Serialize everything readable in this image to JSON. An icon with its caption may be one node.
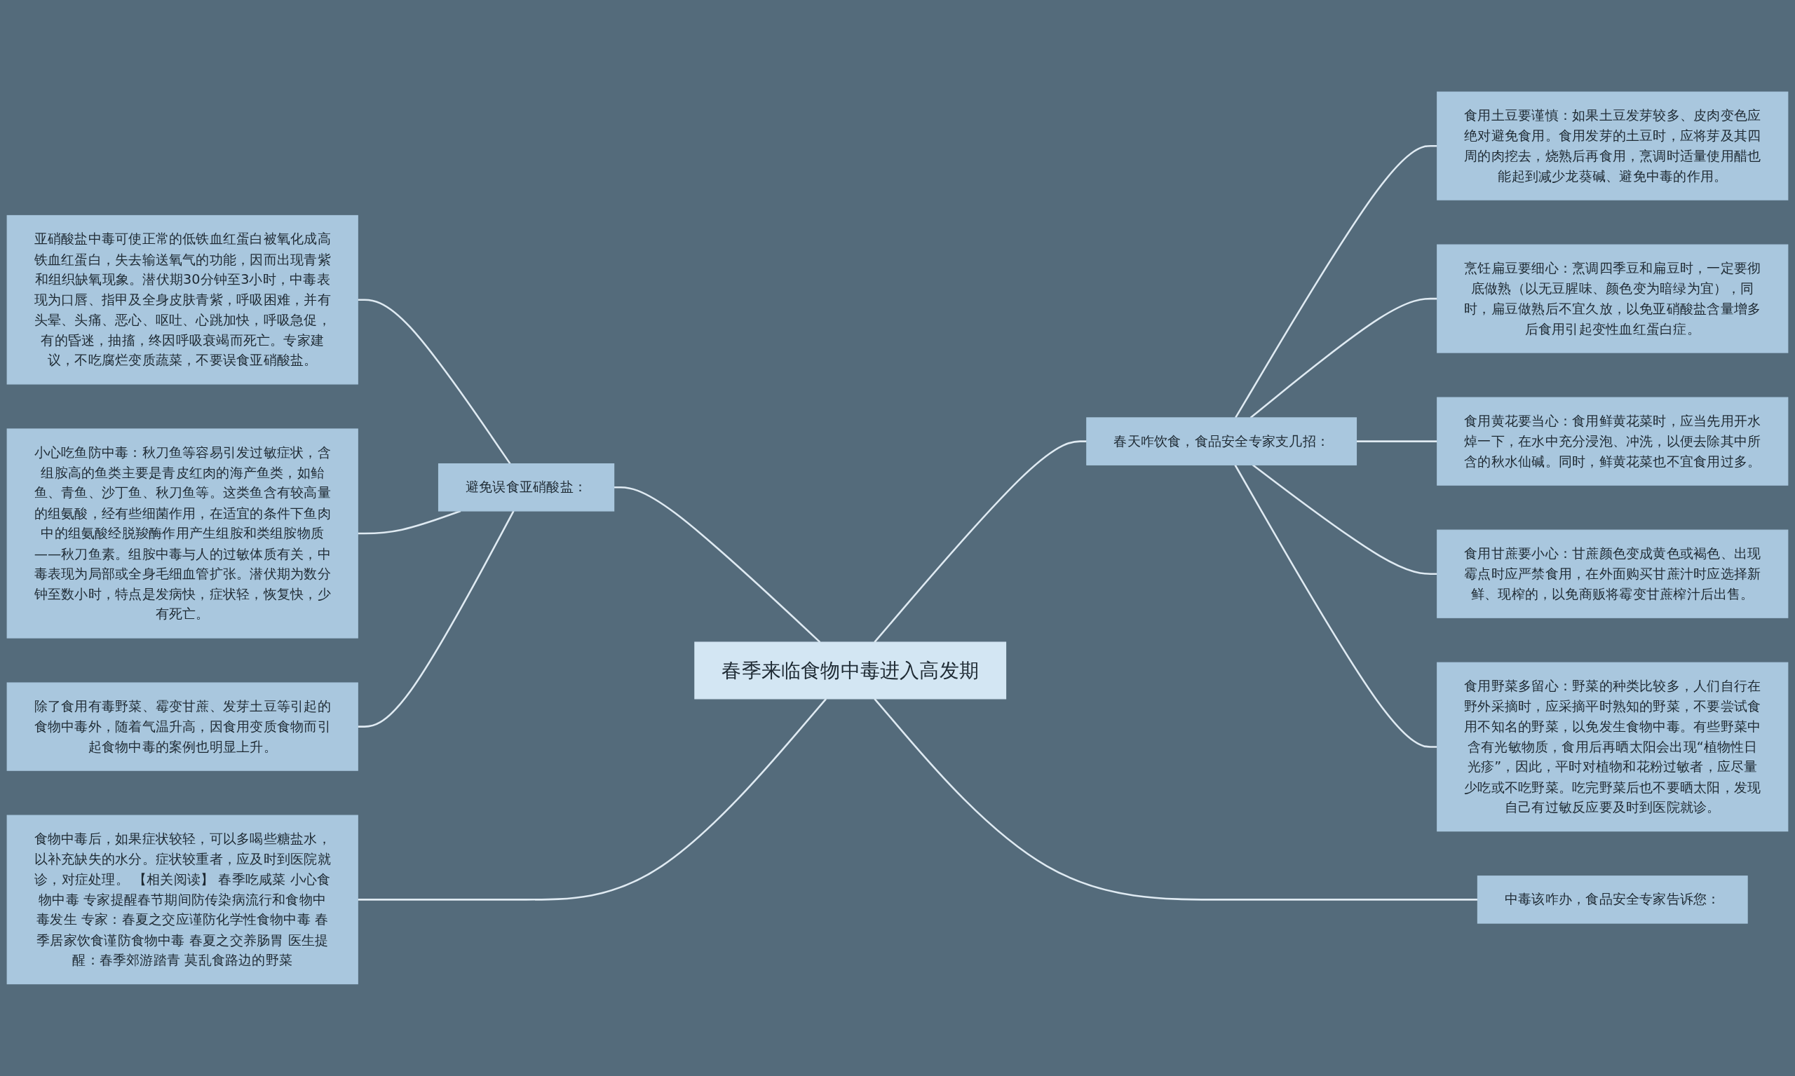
{
  "diagram": {
    "nodes": [
      {
        "text": [
          "春季来临食物中毒进入高发期"
        ]
      },
      {
        "text": [
          "避免误食亚硝酸盐："
        ]
      },
      {
        "text": [
          "亚硝酸盐中毒可使正常的低铁血红蛋白被氧化成高铁血红蛋白，失去输送氧气的功能，因而出现青紫和组织缺氧现象。潜伏期30分钟至3小时，中毒表现为口唇、指甲及全身皮肤青紫，呼吸困难，并有头晕、头痛、恶心、呕吐、心跳加快，呼吸急促，有的昏迷，抽搐，终因呼吸衰竭而死亡。专家建议，不吃腐烂变质蔬菜，不要误食亚硝酸盐。"
        ]
      },
      {
        "text": [
          "小心吃鱼防中毒：秋刀鱼等容易引发过敏症状，含组胺高的鱼类主要是青皮红肉的海产鱼类，如鲐鱼、青鱼、沙丁鱼、秋刀鱼等。这类鱼含有较高量的组氨酸，经有些细菌作用，在适宜的条件下鱼肉中的组氨酸经脱羧酶作用产生组胺和类组胺物质——秋刀鱼素。组胺中毒与人的过敏体质有关，中毒表现为局部或全身毛细血管扩张。潜伏期为数分钟至数小时，特点是发病快，症状轻，恢复快，少有死亡。"
        ]
      },
      {
        "text": [
          "除了食用有毒野菜、霉变甘蔗、发芽土豆等引起的食物中毒外，随着气温升高，因食用变质食物而引起食物中毒的案例也明显上升。"
        ]
      },
      {
        "text": [
          "食物中毒后，如果症状较轻，可以多喝些糖盐水，以补充缺失的水分。症状较重者，应及时到医院就诊，对症处理。 【相关阅读】 春季吃咸菜 小心食物中毒 专家提醒春节期间防传染病流行和食物中毒发生 专家：春夏之交应谨防化学性食物中毒 春季居家饮食谨防食物中毒 春夏之交养肠胃 医生提醒：春季郊游踏青 莫乱食路边的野菜"
        ]
      },
      {
        "text": [
          "春天咋饮食，食品安全专家支几招："
        ]
      },
      {
        "text": [
          "食用土豆要谨慎：如果土豆发芽较多、皮肉变色应绝对避免食用。食用发芽的土豆时，应将芽及其四周的肉挖去，烧熟后再食用，烹调时适量使用醋也能起到减少龙葵碱、避免中毒的作用。"
        ]
      },
      {
        "text": [
          "烹饪扁豆要细心：烹调四季豆和扁豆时，一定要彻底做熟（以无豆腥味、颜色变为暗绿为宜），同时，扁豆做熟后不宜久放，以免亚硝酸盐含量增多后食用引起变性血红蛋白症。"
        ]
      },
      {
        "text": [
          "食用黄花要当心：食用鲜黄花菜时，应当先用开水焯一下，在水中充分浸泡、冲洗，以便去除其中所含的秋水仙碱。同时，鲜黄花菜也不宜食用过多。"
        ]
      },
      {
        "text": [
          "食用甘蔗要小心：甘蔗颜色变成黄色或褐色、出现霉点时应严禁食用，在外面购买甘蔗汁时应选择新鲜、现榨的，以免商贩将霉变甘蔗榨汁后出售。"
        ]
      },
      {
        "text": [
          "食用野菜多留心：野菜的种类比较多，人们自行在野外采摘时，应采摘平时熟知的野菜，不要尝试食用不知名的野菜，以免发生食物中毒。有些野菜中含有光敏物质，食用后再晒太阳会出现“植物性日光疹”，因此，平时对植物和花粉过敏者，应尽量少吃或不吃野菜。吃完野菜后也不要晒太阳，发现自己有过敏反应要及时到医院就诊。"
        ]
      },
      {
        "text": [
          "中毒该咋办，食品安全专家告诉您："
        ]
      }
    ],
    "edges": [
      {
        "from": 1,
        "to": 0,
        "arrow": "none"
      },
      {
        "from": 2,
        "to": 1,
        "arrow": "none"
      },
      {
        "from": 3,
        "to": 1,
        "arrow": "none"
      },
      {
        "from": 4,
        "to": 1,
        "arrow": "none"
      },
      {
        "from": 5,
        "to": 0,
        "arrow": "none"
      },
      {
        "from": 0,
        "to": 6,
        "arrow": "none"
      },
      {
        "from": 6,
        "to": 7,
        "arrow": "none"
      },
      {
        "from": 6,
        "to": 8,
        "arrow": "none"
      },
      {
        "from": 6,
        "to": 9,
        "arrow": "none"
      },
      {
        "from": 6,
        "to": 10,
        "arrow": "none"
      },
      {
        "from": 6,
        "to": 11,
        "arrow": "none"
      },
      {
        "from": 0,
        "to": 12,
        "arrow": "none"
      }
    ]
  }
}
